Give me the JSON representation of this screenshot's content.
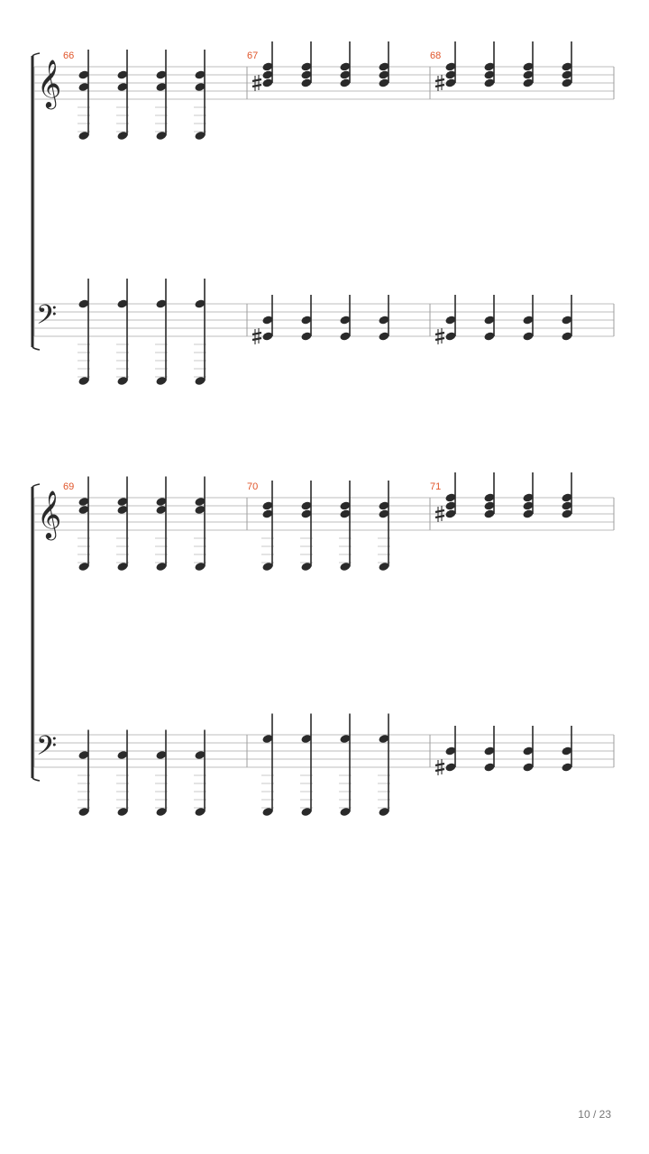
{
  "score": {
    "page_label": "10 / 23",
    "colors": {
      "measure_number": "#e0552a",
      "staff_line": "#bdbdbd",
      "ink": "#2a2a2a",
      "ledger": "#c8c8c8"
    },
    "systems": [
      {
        "measures": [
          {
            "number": "66",
            "treble": {
              "chord": [
                "C3",
                "A4",
                "D5"
              ],
              "beats": 4,
              "sharp": null
            },
            "bass": {
              "chord": [
                "C1",
                "A3"
              ],
              "beats": 4,
              "sharp": null
            }
          },
          {
            "number": "67",
            "treble": {
              "chord": [
                "B4",
                "D5",
                "F#5"
              ],
              "beats": 4,
              "sharp": "first-beat"
            },
            "bass": {
              "chord": [
                "G#2",
                "D3"
              ],
              "beats": 4,
              "sharp": "first-beat"
            }
          },
          {
            "number": "68",
            "treble": {
              "chord": [
                "B4",
                "D5",
                "F#5"
              ],
              "beats": 4,
              "sharp": "first-beat"
            },
            "bass": {
              "chord": [
                "G#2",
                "D3"
              ],
              "beats": 4,
              "sharp": "first-beat"
            }
          }
        ]
      },
      {
        "measures": [
          {
            "number": "69",
            "treble": {
              "chord": [
                "C3",
                "C5",
                "E5"
              ],
              "beats": 4,
              "sharp": null
            },
            "bass": {
              "chord": [
                "C1",
                "C3"
              ],
              "beats": 4,
              "sharp": null
            }
          },
          {
            "number": "70",
            "treble": {
              "chord": [
                "C3",
                "B4",
                "D5"
              ],
              "beats": 4,
              "sharp": null
            },
            "bass": {
              "chord": [
                "C1",
                "G3"
              ],
              "beats": 4,
              "sharp": null
            }
          },
          {
            "number": "71",
            "treble": {
              "chord": [
                "B4",
                "D5",
                "F#5"
              ],
              "beats": 4,
              "sharp": "first-beat"
            },
            "bass": {
              "chord": [
                "G#2",
                "D3"
              ],
              "beats": 4,
              "sharp": "first-beat"
            }
          }
        ]
      }
    ]
  }
}
